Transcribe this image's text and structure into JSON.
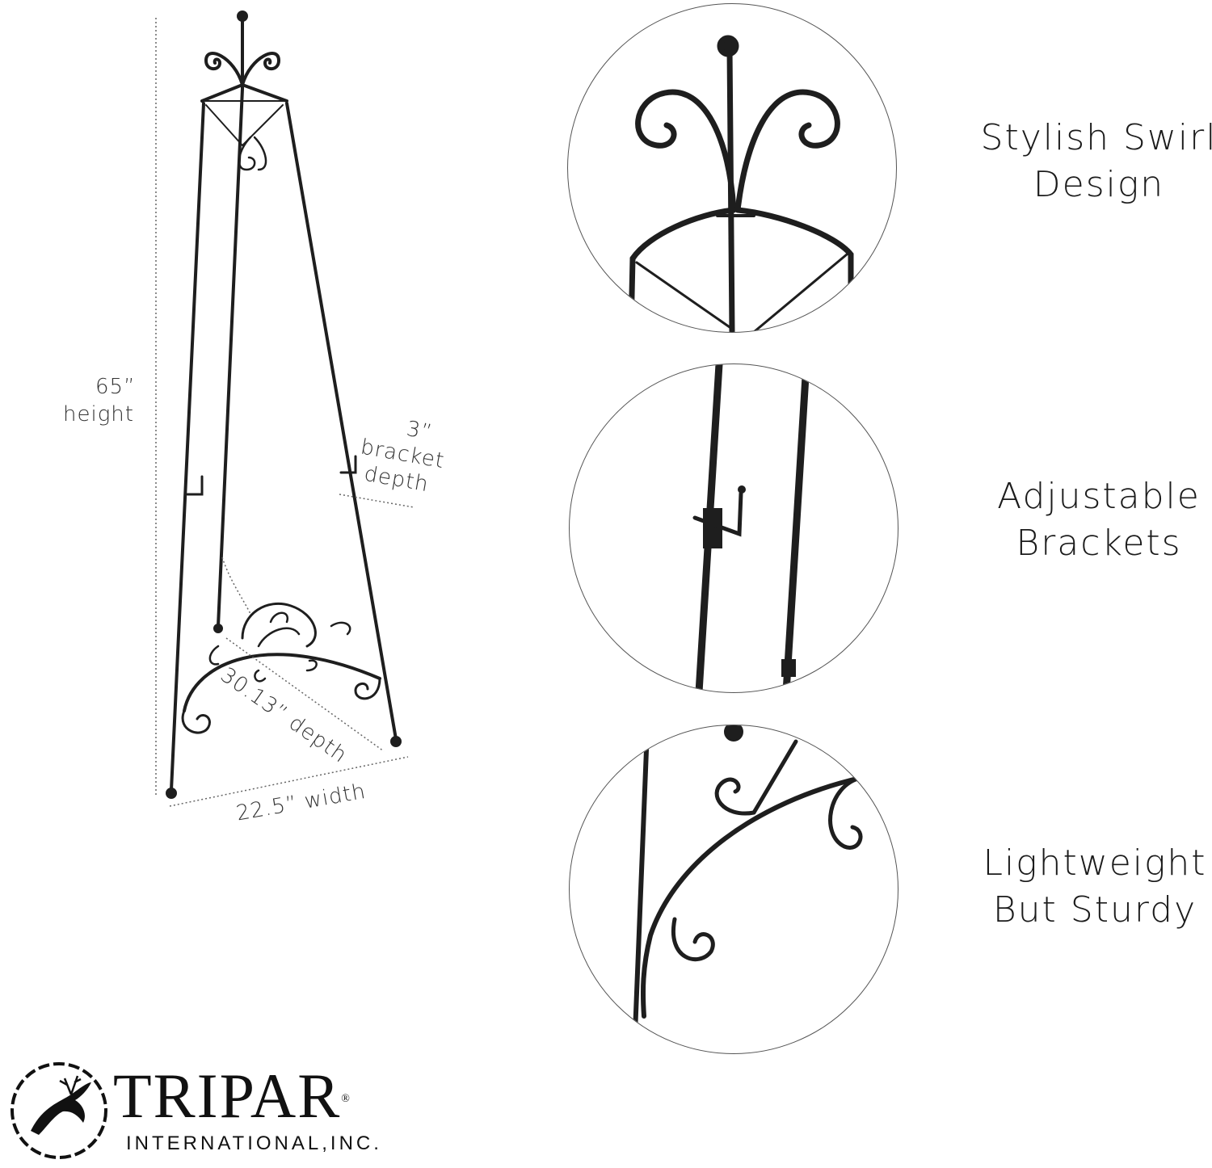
{
  "dimensions": {
    "height_value": "65”",
    "height_label": "height",
    "bracket_value": "3”",
    "bracket_line1": "bracket",
    "bracket_line2": "depth",
    "depth_label": "30.13” depth",
    "width_label": "22.5” width"
  },
  "features": [
    {
      "line1": "Stylish Swirl",
      "line2": "Design"
    },
    {
      "line1": "Adjustable",
      "line2": "Brackets"
    },
    {
      "line1": "Lightweight",
      "line2": "But Sturdy"
    }
  ],
  "brand": {
    "name": "TRIPAR",
    "registered": "®",
    "subtitle": "INTERNATIONAL,INC."
  },
  "colors": {
    "metal": "#1e1e1e",
    "dimension_line": "#555555",
    "background": "#ffffff"
  }
}
